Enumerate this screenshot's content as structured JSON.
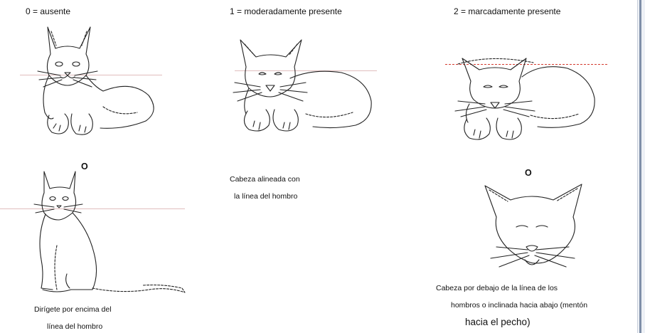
{
  "columns": {
    "c0": {
      "label": "0 = ausente"
    },
    "c1": {
      "label": "1 = moderadamente presente"
    },
    "c2": {
      "label": "2 = marcadamente presente"
    }
  },
  "or_marks": {
    "left": "O",
    "right": "O"
  },
  "captions": {
    "left": [
      "Dirígete por encima del",
      "línea del hombro"
    ],
    "middle": [
      "Cabeza alineada con",
      "la línea del hombro"
    ],
    "right": [
      "Cabeza por debajo de la línea de los",
      "hombros o inclinada hacia abajo (mentón",
      "hacia el pecho)"
    ]
  },
  "colors": {
    "reference_line": "#e0bdbd",
    "reference_line_marked": "#d43a2f",
    "right_scrollbar": "#7f8fa8"
  }
}
